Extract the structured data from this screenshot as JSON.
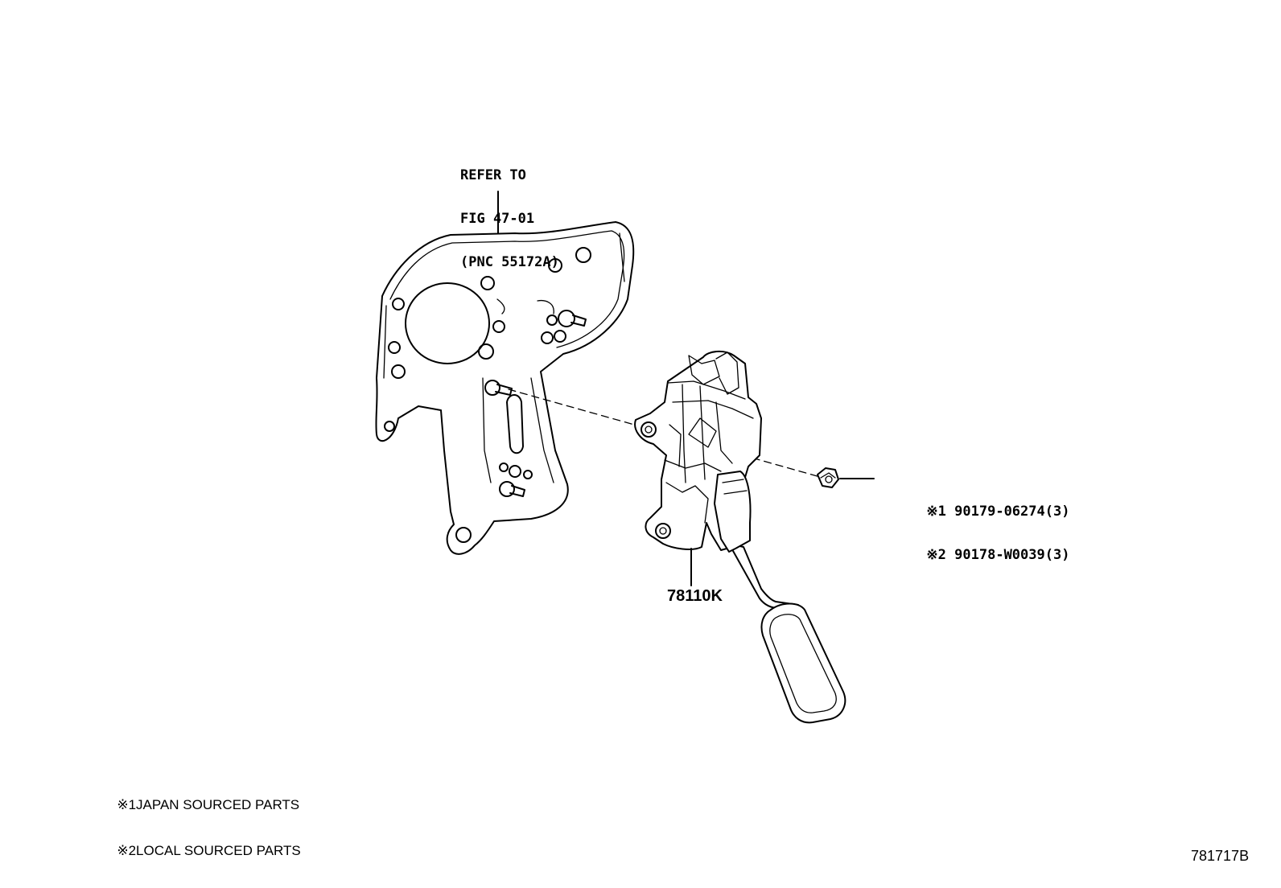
{
  "callouts": {
    "bracket_ref": [
      "REFER TO",
      "FIG 47-01",
      "(PNC 55172A)"
    ],
    "pedal_part": "78110K",
    "nut_parts": [
      {
        "mark": "※1",
        "number": "90179-06274(3)"
      },
      {
        "mark": "※2",
        "number": "90178-W0039(3)"
      }
    ]
  },
  "legend": [
    {
      "mark": "※1",
      "text": "JAPAN SOURCED PARTS"
    },
    {
      "mark": "※2",
      "text": "LOCAL SOURCED PARTS"
    }
  ],
  "illustration_id": "781717B",
  "icons": [
    "pedal-bracket-icon",
    "accelerator-pedal-icon",
    "flange-nut-icon"
  ]
}
